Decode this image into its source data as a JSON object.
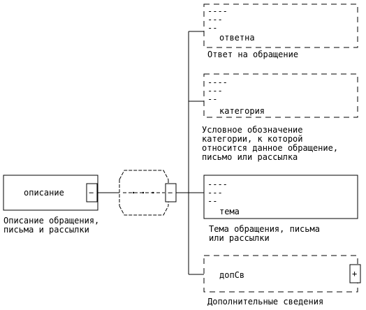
{
  "root": {
    "name": "описание",
    "description": "Описание обращения,\nписьма и рассылки"
  },
  "children": [
    {
      "name": "ответна",
      "description": "Ответ на обращение",
      "optional": true
    },
    {
      "name": "категория",
      "description": "Условное обозначение\nкатегории, к которой\nотносится данное обращение,\nписьмо или рассылка",
      "optional": true
    },
    {
      "name": "тема",
      "description": "Тема обращения, письма\nили рассылки",
      "optional": false
    },
    {
      "name": "допСв",
      "description": "Дополнительные сведения",
      "optional": true,
      "expandable": true
    }
  ],
  "symbols": {
    "collapse": "−",
    "expand": "+",
    "content_marks": [
      "----",
      "---",
      "--"
    ]
  }
}
